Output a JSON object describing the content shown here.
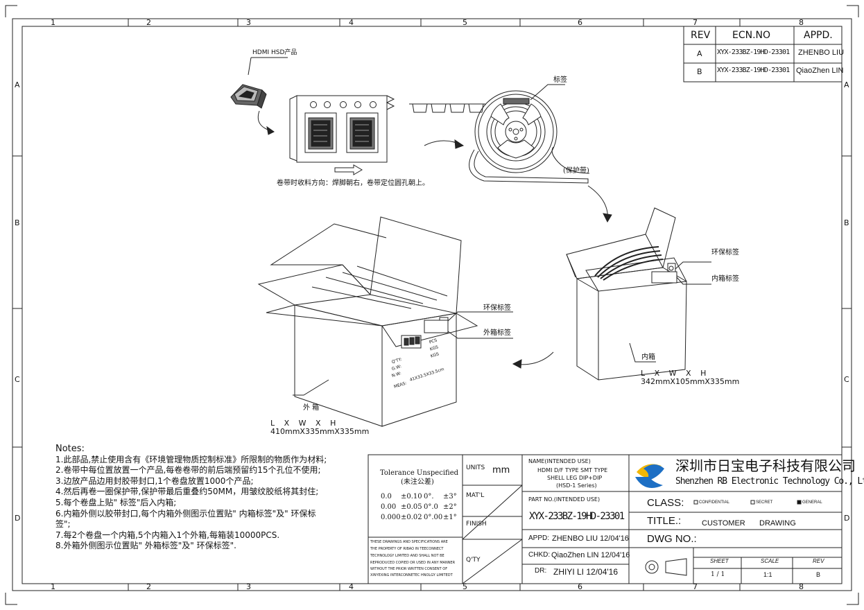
{
  "grid": {
    "columns": [
      "1",
      "2",
      "3",
      "4",
      "5",
      "6",
      "7",
      "8"
    ],
    "rows": [
      "A",
      "B",
      "C",
      "D"
    ]
  },
  "rev_table": {
    "headers": [
      "REV",
      "ECN.NO",
      "APPD."
    ],
    "rows": [
      [
        "A",
        "XYX-233BZ-19HD-23301",
        "ZHENBO LIU"
      ],
      [
        "B",
        "XYX-233BZ-19HD-23301",
        "QiaoZhen LIN"
      ]
    ]
  },
  "drawing": {
    "product_label": "HDMI HSD产品",
    "label_tag": "标签",
    "protect_tape": "(保护带)",
    "tape_direction_note": "卷带时收料方向：焊脚朝右，卷带定位圆孔朝上。",
    "outer_env_label": "环保标签",
    "outer_box_label": "外箱标签",
    "outer_box_name": "外  箱",
    "outer_dims_head": "L X W X H",
    "outer_dims": "410mmX335mmX335mm",
    "inner_env_label": "环保标签",
    "inner_box_label": "内箱标签",
    "inner_box_name": "内箱",
    "inner_dims_head": "L X W X H",
    "inner_dims": "342mmX105mmX335mm",
    "box_print": {
      "qty": "Q'TY:",
      "gw": "G.W:",
      "nw": "N.W:",
      "meas": "MEAS:",
      "pcs": "PCS",
      "kgs1": "KGS",
      "kgs2": "KGS",
      "meas_value": "41X33.5X33.5cm"
    }
  },
  "notes": {
    "title": "Notes:",
    "items": [
      "1.此部品,禁止使用含有《环境管理物质控制标准》所限制的物质作为材料;",
      "2.卷带中每位置放置一个产品,每卷卷带的前后端预留约15个孔位不使用;",
      "3.边放产品边用封胶带封口,1个卷盘放置1000个产品;",
      "4.然后再卷一圈保护带,保护带最后重叠约50MM，用皱纹胶纸将其封住;",
      "5.每个卷盘上贴\" 标签\"后入内箱;",
      "6.内箱外侧以胶带封口,每个内箱外侧图示位置贴\" 内箱标签\"及\" 环保标签\";",
      "7.每2个卷盘一个内箱,5个内箱入1个外箱,每箱装10000PCS.",
      "8.外箱外侧图示位置贴\" 外箱标签\"及\" 环保标签\"."
    ]
  },
  "title_block": {
    "tolerance_title": "Tolerance Unspecified",
    "tolerance_sub": "(未注公差)",
    "tolerance_rows": [
      [
        "0.0",
        "±0.10",
        "0°.",
        "±3°"
      ],
      [
        "0.00",
        "±0.05",
        "0°.0",
        "±2°"
      ],
      [
        "0.000",
        "±0.02",
        "0°.00",
        "±1°"
      ]
    ],
    "disclaimer": [
      "THESE DRAWINGS AND SPECIFICATIONS ARE",
      "THE PROPERTY OF RIBAO IN TEECONNECT",
      "TECHNOLOGY LIMITED AND SHALL NOT BE",
      "REPRODUCED COPIED OR USED IN ANY MANNER",
      "WITHOUT THE PRIOR WRITTEN CONSENT OF",
      "XINYEXING INTERCONNETEC HNOLGY LIMITEDT"
    ],
    "units_label": "UNITS",
    "units_value": "mm",
    "matl_label": "MAT'L",
    "finish_label": "FINISH",
    "qty_label": "Q'TY",
    "name_label": "NAME(INTENDED USE)",
    "name_lines": [
      "HDMI D/F TYPE SMT TYPE",
      "SHELL LEG DIP+DIP",
      "(HSD-1 Series)"
    ],
    "part_no_label": "PART NO.(INTENDED USE)",
    "part_no": "XYX-233BZ-19HD-23301",
    "appd_label": "APPD:",
    "appd_value": "ZHENBO LIU 12/04'16",
    "chkd_label": "CHKD:",
    "chkd_value": "QiaoZhen LIN 12/04'16",
    "dr_label": "DR:",
    "dr_value": "ZHIYI LI  12/04'16",
    "company_cn": "深圳市日宝电子科技有限公司",
    "company_en": "Shenzhen RB Electronic Technology Co., Ltd.",
    "class_label": "CLASS:",
    "class_options": [
      "CONFIDENTIAL",
      "SECRET",
      "GENERAL"
    ],
    "class_selected": "GENERAL",
    "title_label": "TITLE.:",
    "title_value1": "CUSTOMER",
    "title_value2": "DRAWING",
    "dwg_label": "DWG NO.:",
    "sheet_label": "SHEET",
    "scale_label": "SCALE",
    "rev_label": "REV",
    "sheet_value": "1 / 1",
    "scale_value": "1:1",
    "rev_value": "B"
  },
  "colors": {
    "line": "#222222",
    "logo_blue": "#1d6fc4",
    "logo_yellow": "#f2b705"
  }
}
